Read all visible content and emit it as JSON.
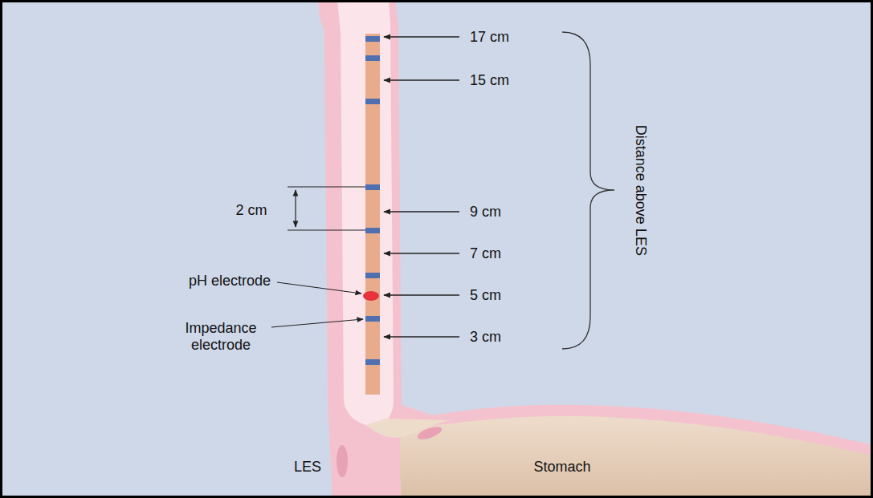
{
  "diagram": {
    "labels": [
      "17 cm",
      "15 cm",
      "9 cm",
      "7 cm",
      "5 cm",
      "3 cm",
      "Distance above LES",
      "2 cm",
      "pH electrode",
      "Impedance electrode",
      "LES",
      "Stomach"
    ]
  }
}
